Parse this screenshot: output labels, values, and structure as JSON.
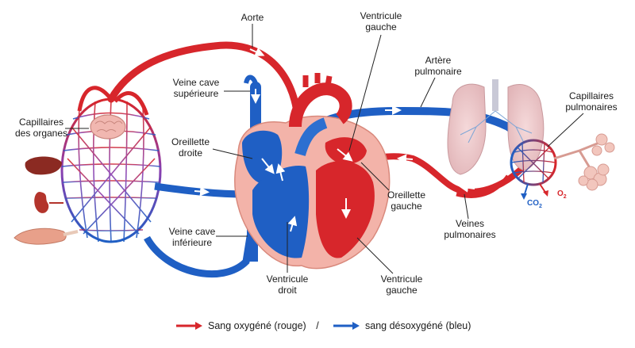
{
  "colors": {
    "oxygenated": "#d7262b",
    "deoxygenated": "#1f5fc4",
    "heart_wall": "#f3b3a9",
    "lung": "#e9c4c6",
    "co2": "#1f5fc4",
    "o2": "#d7262b"
  },
  "labels": {
    "aorte": "Aorte",
    "ventricule_gauche_top_l1": "Ventricule",
    "ventricule_gauche_top_l2": "gauche",
    "artere_pulmonaire_l1": "Artère",
    "artere_pulmonaire_l2": "pulmonaire",
    "veine_cave_sup_l1": "Veine cave",
    "veine_cave_sup_l2": "supérieure",
    "capillaires_organes_l1": "Capillaires",
    "capillaires_organes_l2": "des organes",
    "oreillette_droite_l1": "Oreillette",
    "oreillette_droite_l2": "droite",
    "capillaires_pulm_l1": "Capillaires",
    "capillaires_pulm_l2": "pulmonaires",
    "oreillette_gauche_l1": "Oreillette",
    "oreillette_gauche_l2": "gauche",
    "veines_pulm_l1": "Veines",
    "veines_pulm_l2": "pulmonaires",
    "veine_cave_inf_l1": "Veine cave",
    "veine_cave_inf_l2": "inférieure",
    "ventricule_droit_l1": "Ventricule",
    "ventricule_droit_l2": "droit",
    "ventricule_gauche_bot_l1": "Ventricule",
    "ventricule_gauche_bot_l2": "gauche",
    "co2": "CO",
    "co2_sub": "2",
    "o2": "O",
    "o2_sub": "2"
  },
  "legend": {
    "oxygenated": "Sang oxygéné (rouge)",
    "separator": "/",
    "deoxygenated": "sang désoxygéné (bleu)"
  },
  "icons": [
    "brain-icon",
    "liver-icon",
    "kidney-icon",
    "muscle-icon",
    "lungs-icon",
    "alveoli-icon",
    "heart-icon"
  ]
}
